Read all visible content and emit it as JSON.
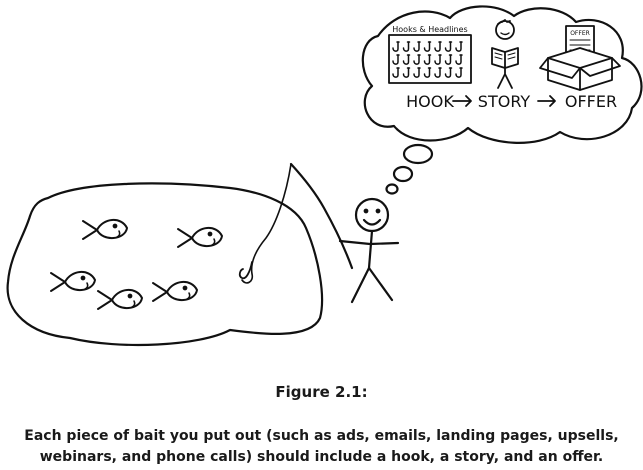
{
  "thought_bubble": {
    "panel_title": "Hooks & Headlines",
    "offer_label": "OFFER",
    "flow": {
      "hook": "HOOK",
      "arrow": "→",
      "story": "STORY",
      "offer": "OFFER"
    }
  },
  "pond": {
    "fish_count": 5
  },
  "caption": {
    "label": "Figure 2.1:",
    "line1": "Each piece of bait you put out (such as ads, emails, landing pages, upsells,",
    "line2": "webinars, and phone calls) should include a hook, a story, and an offer."
  }
}
